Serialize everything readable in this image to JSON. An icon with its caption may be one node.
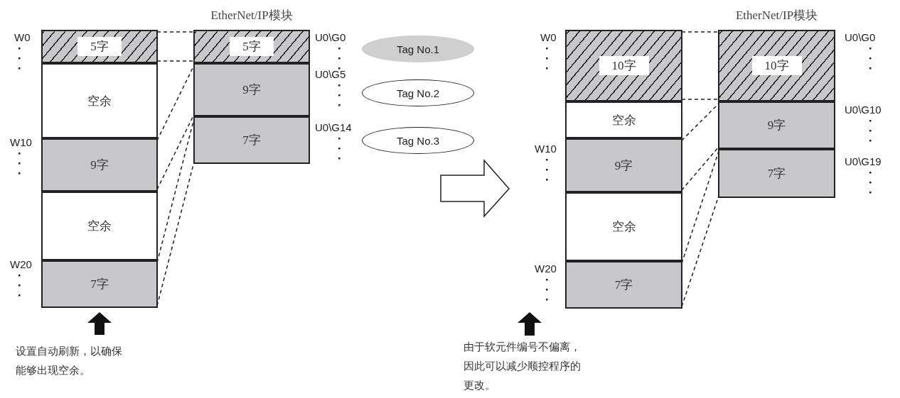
{
  "diagram": {
    "nodes": [
      {
        "text": [
          "5字"
        ]
      },
      {
        "text": [
          "空余"
        ]
      },
      {
        "text": [
          "9字"
        ]
      },
      {
        "text": [
          "空余"
        ]
      },
      {
        "text": [
          "7字"
        ]
      },
      {
        "text": [
          "5字"
        ]
      },
      {
        "text": [
          "9字"
        ]
      },
      {
        "text": [
          "7字"
        ]
      },
      {
        "text": [
          "Tag No.1"
        ]
      },
      {
        "text": [
          "Tag No.2"
        ]
      },
      {
        "text": [
          "Tag No.3"
        ]
      },
      {
        "text": [
          "10字"
        ]
      },
      {
        "text": [
          "空余"
        ]
      },
      {
        "text": [
          "9字"
        ]
      },
      {
        "text": [
          "空余"
        ]
      },
      {
        "text": [
          "7字"
        ]
      },
      {
        "text": [
          "10字"
        ]
      },
      {
        "text": [
          "9字"
        ]
      },
      {
        "text": [
          "7字"
        ]
      }
    ],
    "edges": [
      {
        "from": 0,
        "to": 5,
        "arrow": "none",
        "style": "dashed"
      },
      {
        "from": 0,
        "to": 5,
        "arrow": "none",
        "style": "dashed"
      },
      {
        "from": 2,
        "to": 6,
        "arrow": "none",
        "style": "dashed"
      },
      {
        "from": 2,
        "to": 6,
        "arrow": "none",
        "style": "dashed"
      },
      {
        "from": 4,
        "to": 7,
        "arrow": "none",
        "style": "dashed"
      },
      {
        "from": 4,
        "to": 7,
        "arrow": "none",
        "style": "dashed"
      },
      {
        "from": 11,
        "to": 16,
        "arrow": "none",
        "style": "dashed"
      },
      {
        "from": 11,
        "to": 16,
        "arrow": "none",
        "style": "dashed"
      },
      {
        "from": 13,
        "to": 17,
        "arrow": "none",
        "style": "dashed"
      },
      {
        "from": 13,
        "to": 17,
        "arrow": "none",
        "style": "dashed"
      },
      {
        "from": 15,
        "to": 18,
        "arrow": "none",
        "style": "dashed"
      },
      {
        "from": 15,
        "to": 18,
        "arrow": "none",
        "style": "dashed"
      }
    ],
    "labels": [
      "EtherNet/IP模块",
      "W0",
      "U0\\G0",
      "U0\\G5",
      "U0\\G14",
      "W10",
      "W20",
      "设置自动刷新，以确保能够出现空余。",
      "EtherNet/IP模块",
      "W0",
      "U0\\G0",
      "U0\\G10",
      "W10",
      "U0\\G19",
      "W20",
      "由于软元件编号不偏离，因此可以减少顺控程序的更改。"
    ]
  }
}
